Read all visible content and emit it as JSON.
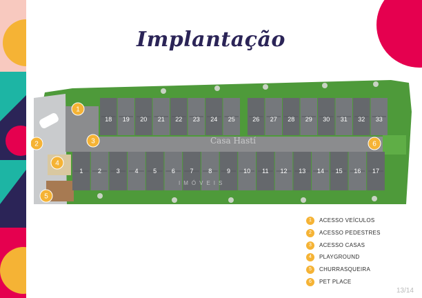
{
  "title": "Implantação",
  "page_number": "13/14",
  "watermark": {
    "text": "Casa Hastí",
    "subtitle": "IMÓVEIS"
  },
  "units_top": [
    "18",
    "19",
    "20",
    "21",
    "22",
    "23",
    "24",
    "25",
    "26",
    "27",
    "28",
    "29",
    "30",
    "31",
    "32",
    "33"
  ],
  "units_bottom": [
    "1",
    "2",
    "3",
    "4",
    "5",
    "6",
    "7",
    "8",
    "9",
    "10",
    "11",
    "12",
    "13",
    "14",
    "15",
    "16",
    "17"
  ],
  "markers": [
    "1",
    "2",
    "3",
    "4",
    "5",
    "6"
  ],
  "legend": [
    {
      "number": "1",
      "label": "ACESSO VEÍCULOS"
    },
    {
      "number": "2",
      "label": "ACESSO PEDESTRES"
    },
    {
      "number": "3",
      "label": "ACESSO CASAS"
    },
    {
      "number": "4",
      "label": "PLAYGROUND"
    },
    {
      "number": "5",
      "label": "CHURRASQUEIRA"
    },
    {
      "number": "6",
      "label": "PET PLACE"
    }
  ],
  "colors": {
    "navy": "#2b2457",
    "magenta": "#e5004f",
    "yellow": "#f5b335",
    "teal": "#1db5a4",
    "peach": "#f8c9bf",
    "lawn": "#4e9a3a",
    "roof": "#6d7074",
    "road": "#8b8c8e"
  }
}
